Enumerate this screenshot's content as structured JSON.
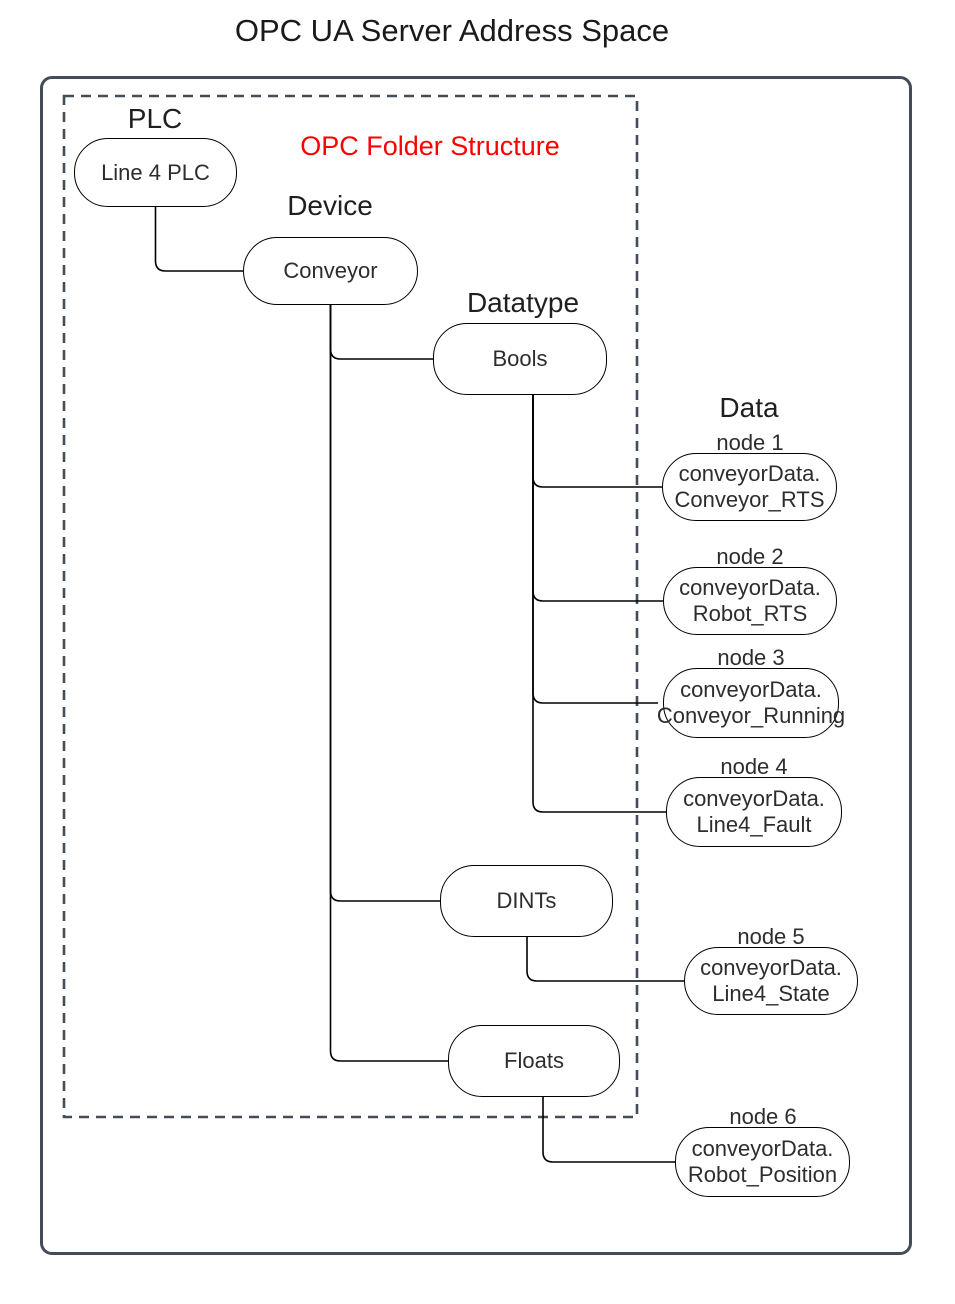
{
  "title": "OPC UA Server Address Space",
  "folder_structure": {
    "label": "OPC Folder Structure"
  },
  "column_labels": {
    "plc": "PLC",
    "device": "Device",
    "datatype": "Datatype",
    "data": "Data"
  },
  "nodes": {
    "plc": "Line 4 PLC",
    "device": "Conveyor",
    "datatype_bools": "Bools",
    "datatype_dints": "DINTs",
    "datatype_floats": "Floats"
  },
  "data_nodes": [
    {
      "label": "node 1",
      "line1": "conveyorData.",
      "line2": "Conveyor_RTS"
    },
    {
      "label": "node 2",
      "line1": "conveyorData.",
      "line2": "Robot_RTS"
    },
    {
      "label": "node 3",
      "line1": "conveyorData.",
      "line2": "Conveyor_Running"
    },
    {
      "label": "node 4",
      "line1": "conveyorData.",
      "line2": "Line4_Fault"
    },
    {
      "label": "node 5",
      "line1": "conveyorData.",
      "line2": "Line4_State"
    },
    {
      "label": "node 6",
      "line1": "conveyorData.",
      "line2": "Robot_Position"
    }
  ],
  "colors": {
    "accent_red": "#ff0000",
    "frame_border": "#434c57",
    "connector_line": "#000000",
    "text": "#2d2d2d"
  }
}
